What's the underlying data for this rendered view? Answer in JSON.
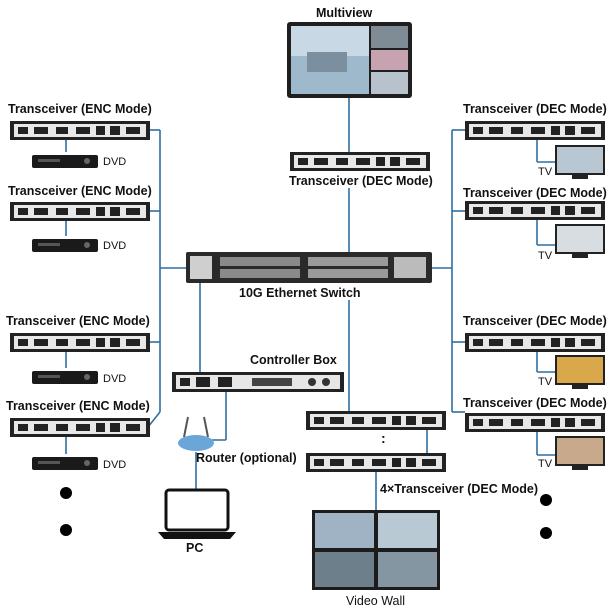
{
  "labels": {
    "multiview": "Multiview",
    "enc": "Transceiver (ENC Mode)",
    "dec": "Transceiver (DEC Mode)",
    "dvd": "DVD",
    "tv": "TV",
    "switch": "10G Ethernet Switch",
    "controller": "Controller Box",
    "router": "Router (optional)",
    "pc": "PC",
    "four_dec": "4×Transceiver (DEC Mode)",
    "video_wall": "Video Wall",
    "vdots": ":"
  },
  "colors": {
    "wire": "#2f6f9f",
    "device": "#1a1a1a",
    "router": "#6aa6d8"
  },
  "icons": [
    "transceiver-device",
    "dvd-player-icon",
    "tv-icon",
    "network-switch",
    "controller-box",
    "router-icon",
    "laptop-icon",
    "video-wall",
    "multiview-screen"
  ]
}
